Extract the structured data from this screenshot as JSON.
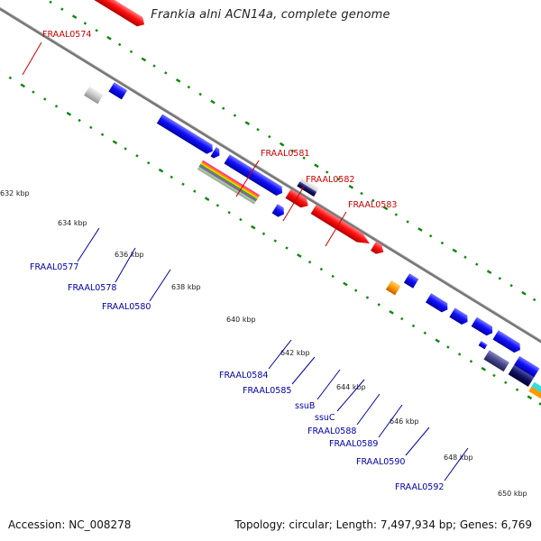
{
  "title": "Frankia alni ACN14a, complete genome",
  "accession": "Accession: NC_008278",
  "summary": "Topology: circular; Length: 7,497,934 bp; Genes: 6,769",
  "colors": {
    "forward_label": "#cc0000",
    "reverse_label": "#0000aa",
    "backbone": "#888888",
    "gc_dots": "#118811"
  },
  "kbp_ticks": [
    "632 kbp",
    "634 kbp",
    "636 kbp",
    "638 kbp",
    "640 kbp",
    "642 kbp",
    "644 kbp",
    "646 kbp",
    "648 kbp",
    "650 kbp"
  ],
  "forward_labels": [
    "FRAAL0574",
    "FRAAL0581",
    "FRAAL0582",
    "FRAAL0583"
  ],
  "reverse_labels": [
    "FRAAL0577",
    "FRAAL0578",
    "FRAAL0580",
    "FRAAL0584",
    "FRAAL0585",
    "ssuB",
    "ssuC",
    "FRAAL0588",
    "FRAAL0589",
    "FRAAL0590",
    "FRAAL0592"
  ]
}
